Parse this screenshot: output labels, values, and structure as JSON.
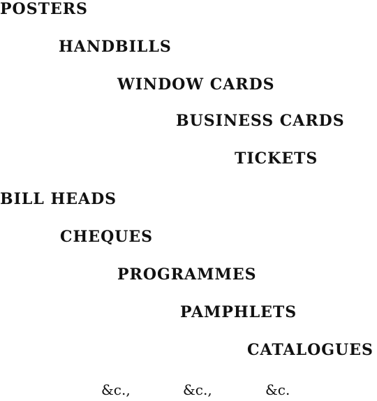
{
  "lines": [
    "POSTERS",
    "HANDBILLS",
    "WINDOW CARDS",
    "BUSINESS CARDS",
    "TICKETS",
    "BILL HEADS",
    "CHEQUES",
    "PROGRAMMES",
    "PAMPHLETS",
    "CATALOGUES"
  ],
  "etc": [
    "&c.,",
    "&c.,",
    "&c."
  ]
}
